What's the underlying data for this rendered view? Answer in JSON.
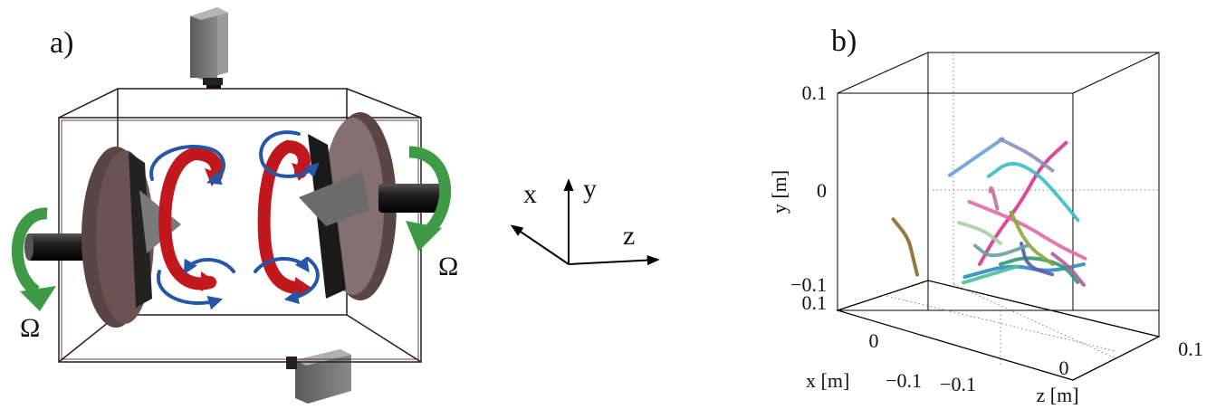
{
  "panel_a": {
    "label": "a)",
    "omega_left": "Ω",
    "omega_right": "Ω",
    "colors": {
      "disk": "#5a4545",
      "vortex_red": "#c0181c",
      "flow_blue": "#2556a8",
      "rotation_green": "#3f9a45",
      "camera": "#707070"
    }
  },
  "axes_key": {
    "x": "x",
    "y": "y",
    "z": "z"
  },
  "panel_b": {
    "label": "b)",
    "y_axis_title": "y [m]",
    "x_axis_title": "x [m]",
    "z_axis_title": "z [m]",
    "y_ticks": [
      "0.1",
      "0",
      "−0.1"
    ],
    "x_ticks": [
      "0.1",
      "0",
      "−0.1"
    ],
    "z_ticks": [
      "−0.1",
      "0",
      "0.1"
    ]
  },
  "chart_data": {
    "type": "scatter",
    "projection": "3d",
    "xlim": [
      -0.1,
      0.1
    ],
    "ylim": [
      -0.1,
      0.1
    ],
    "zlim": [
      -0.1,
      0.1
    ],
    "xlabel": "x [m]",
    "ylabel": "y [m]",
    "zlabel": "z [m]",
    "trajectories": [
      {
        "color": "#d4388a",
        "points": [
          [
            0.0,
            -0.06,
            -0.02
          ],
          [
            0.01,
            -0.03,
            0.0
          ],
          [
            0.0,
            0.0,
            0.02
          ],
          [
            -0.02,
            0.03,
            0.03
          ],
          [
            -0.03,
            0.05,
            0.05
          ]
        ]
      },
      {
        "color": "#e06aa8",
        "points": [
          [
            0.0,
            0.0,
            -0.03
          ],
          [
            0.0,
            -0.02,
            0.02
          ],
          [
            0.01,
            -0.04,
            0.06
          ],
          [
            0.02,
            -0.05,
            0.09
          ]
        ]
      },
      {
        "color": "#6a9fd6",
        "points": [
          [
            0.02,
            0.03,
            -0.04
          ],
          [
            0.03,
            0.05,
            -0.01
          ],
          [
            0.04,
            0.07,
            0.02
          ]
        ]
      },
      {
        "color": "#8a8fc4",
        "points": [
          [
            0.0,
            0.06,
            0.0
          ],
          [
            0.01,
            0.05,
            0.03
          ],
          [
            0.0,
            0.03,
            0.05
          ]
        ]
      },
      {
        "color": "#3cbcc8",
        "points": [
          [
            -0.02,
            0.02,
            -0.02
          ],
          [
            0.0,
            0.04,
            0.01
          ],
          [
            0.01,
            0.03,
            0.04
          ],
          [
            0.0,
            0.0,
            0.06
          ],
          [
            -0.01,
            -0.02,
            0.07
          ]
        ]
      },
      {
        "color": "#2f8ac0",
        "points": [
          [
            0.01,
            -0.07,
            -0.03
          ],
          [
            0.0,
            -0.06,
            0.01
          ],
          [
            -0.01,
            -0.07,
            0.04
          ],
          [
            0.0,
            -0.06,
            0.08
          ]
        ]
      },
      {
        "color": "#2e9a6e",
        "points": [
          [
            0.0,
            -0.06,
            0.0
          ],
          [
            0.01,
            -0.05,
            0.03
          ],
          [
            0.0,
            -0.06,
            0.06
          ],
          [
            -0.01,
            -0.08,
            0.07
          ]
        ]
      },
      {
        "color": "#8a6a2a",
        "points": [
          [
            0.03,
            -0.01,
            -0.09
          ],
          [
            0.02,
            -0.03,
            -0.08
          ],
          [
            0.01,
            -0.05,
            -0.08
          ],
          [
            0.0,
            -0.07,
            -0.08
          ]
        ]
      },
      {
        "color": "#8aaa3a",
        "points": [
          [
            0.0,
            -0.01,
            0.01
          ],
          [
            0.01,
            -0.04,
            0.03
          ],
          [
            0.0,
            -0.06,
            0.05
          ]
        ]
      },
      {
        "color": "#a8d0a0",
        "points": [
          [
            0.0,
            -0.02,
            -0.04
          ],
          [
            -0.01,
            -0.03,
            -0.02
          ],
          [
            0.0,
            -0.04,
            0.0
          ]
        ]
      },
      {
        "color": "#5a5ab0",
        "points": [
          [
            0.0,
            -0.04,
            0.02
          ],
          [
            0.01,
            -0.06,
            0.03
          ],
          [
            0.0,
            -0.07,
            0.05
          ]
        ]
      },
      {
        "color": "#b05aa0",
        "points": [
          [
            0.0,
            -0.05,
            0.05
          ],
          [
            0.01,
            -0.06,
            0.07
          ],
          [
            0.0,
            -0.08,
            0.08
          ]
        ]
      },
      {
        "color": "#4ac0a0",
        "points": [
          [
            -0.01,
            -0.08,
            -0.04
          ],
          [
            0.0,
            -0.07,
            -0.01
          ],
          [
            0.01,
            -0.06,
            0.02
          ]
        ]
      },
      {
        "color": "#c0709a",
        "points": [
          [
            0.0,
            0.01,
            -0.01
          ],
          [
            0.02,
            0.02,
            0.0
          ],
          [
            0.03,
            0.0,
            0.01
          ]
        ]
      },
      {
        "color": "#6aa0a0",
        "points": [
          [
            0.01,
            -0.04,
            -0.02
          ],
          [
            0.02,
            -0.05,
            0.0
          ],
          [
            0.01,
            -0.04,
            0.03
          ]
        ]
      }
    ]
  }
}
